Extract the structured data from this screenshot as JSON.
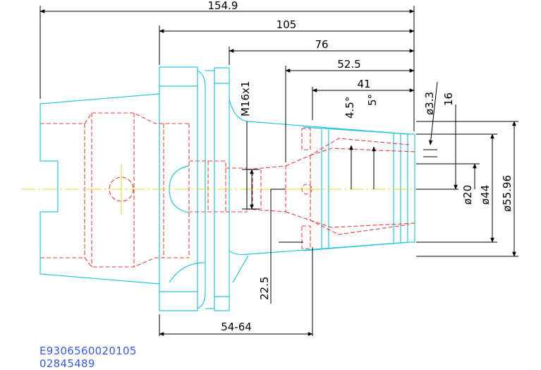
{
  "colors": {
    "outline": "#29c4da",
    "hidden": "#e0453e",
    "centerline": "#e3d826",
    "dimension": "#000000",
    "code_text": "#3b5bd9"
  },
  "dimensions": {
    "overall_length": "154.9",
    "length_105": "105",
    "length_76": "76",
    "length_52_5": "52.5",
    "length_41": "41",
    "thread": "M16x1",
    "angle_outer": "4.5°",
    "angle_inner": "5°",
    "dia_small": "ø3.3",
    "length_16": "16",
    "dia_20": "ø20",
    "dia_44": "ø44",
    "dia_55_96": "ø55.96",
    "length_22_5": "22.5",
    "range_54_64": "54-64"
  },
  "codes": {
    "line1": "E9306560020105",
    "line2": "02845489"
  }
}
